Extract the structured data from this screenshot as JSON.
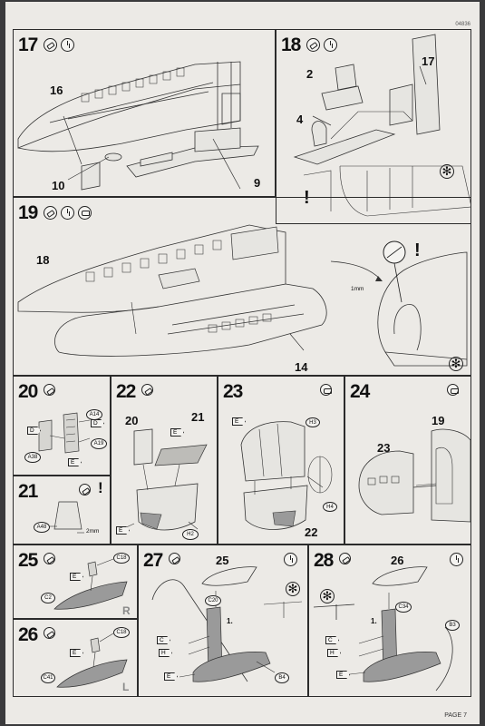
{
  "page": {
    "doc_code": "04836",
    "page_label": "PAGE 7"
  },
  "steps": {
    "s17": {
      "number": "17",
      "parts": [
        "16",
        "10",
        "9"
      ]
    },
    "s18": {
      "number": "18",
      "parts": [
        "2",
        "17",
        "4"
      ]
    },
    "s19": {
      "number": "19",
      "parts": [
        "18",
        "14"
      ],
      "measure": "1mm"
    },
    "s20": {
      "number": "20",
      "parts": [
        "A14",
        "D",
        "D",
        "A19",
        "A38",
        "E"
      ]
    },
    "s21": {
      "number": "21",
      "parts": [
        "A48"
      ],
      "measure": "2mm"
    },
    "s22": {
      "number": "22",
      "parts": [
        "20",
        "21",
        "E",
        "E",
        "H2"
      ]
    },
    "s23": {
      "number": "23",
      "parts": [
        "E",
        "H3",
        "H4",
        "22"
      ]
    },
    "s24": {
      "number": "24",
      "parts": [
        "19",
        "23"
      ]
    },
    "s25": {
      "number": "25",
      "parts": [
        "C18",
        "E",
        "C2"
      ],
      "side": "R"
    },
    "s26": {
      "number": "26",
      "parts": [
        "C18",
        "E",
        "C41"
      ],
      "side": "L"
    },
    "s27": {
      "number": "27",
      "parts": [
        "25",
        "C20",
        "1.",
        "C",
        "H",
        "E",
        "B4"
      ]
    },
    "s28": {
      "number": "28",
      "parts": [
        "26",
        "C34",
        "1.",
        "C",
        "H",
        "E",
        "B3"
      ]
    }
  },
  "symbols": {
    "caution": "!",
    "optional": "✻"
  },
  "icons": [
    "glue-icon",
    "clock-icon",
    "paint-icon",
    "caution-icon",
    "optional-star-icon"
  ],
  "colors": {
    "paper": "#eceae6",
    "ink": "#2b2b2b",
    "shade": "#9a9a9a",
    "background": "#3a3a3c"
  }
}
